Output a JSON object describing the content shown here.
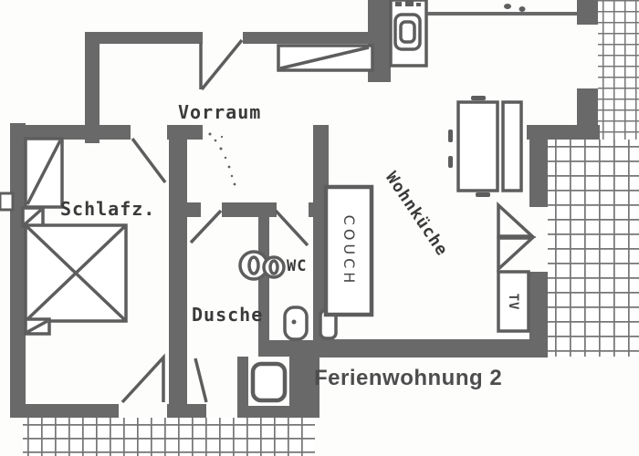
{
  "title": "Ferienwohnung 2",
  "labels": {
    "hall": "Vorraum",
    "bedroom": "Schlafz.",
    "shower": "Dusche",
    "wc": "WC",
    "living_kitchen": "Wohnküche",
    "couch": "COUCH",
    "tv": "TV"
  },
  "colors": {
    "paper": "#fdfdfc",
    "wall": "#696969",
    "ink": "#3a3a3a",
    "ink2": "#5d5d5d",
    "grid": "#757575"
  }
}
